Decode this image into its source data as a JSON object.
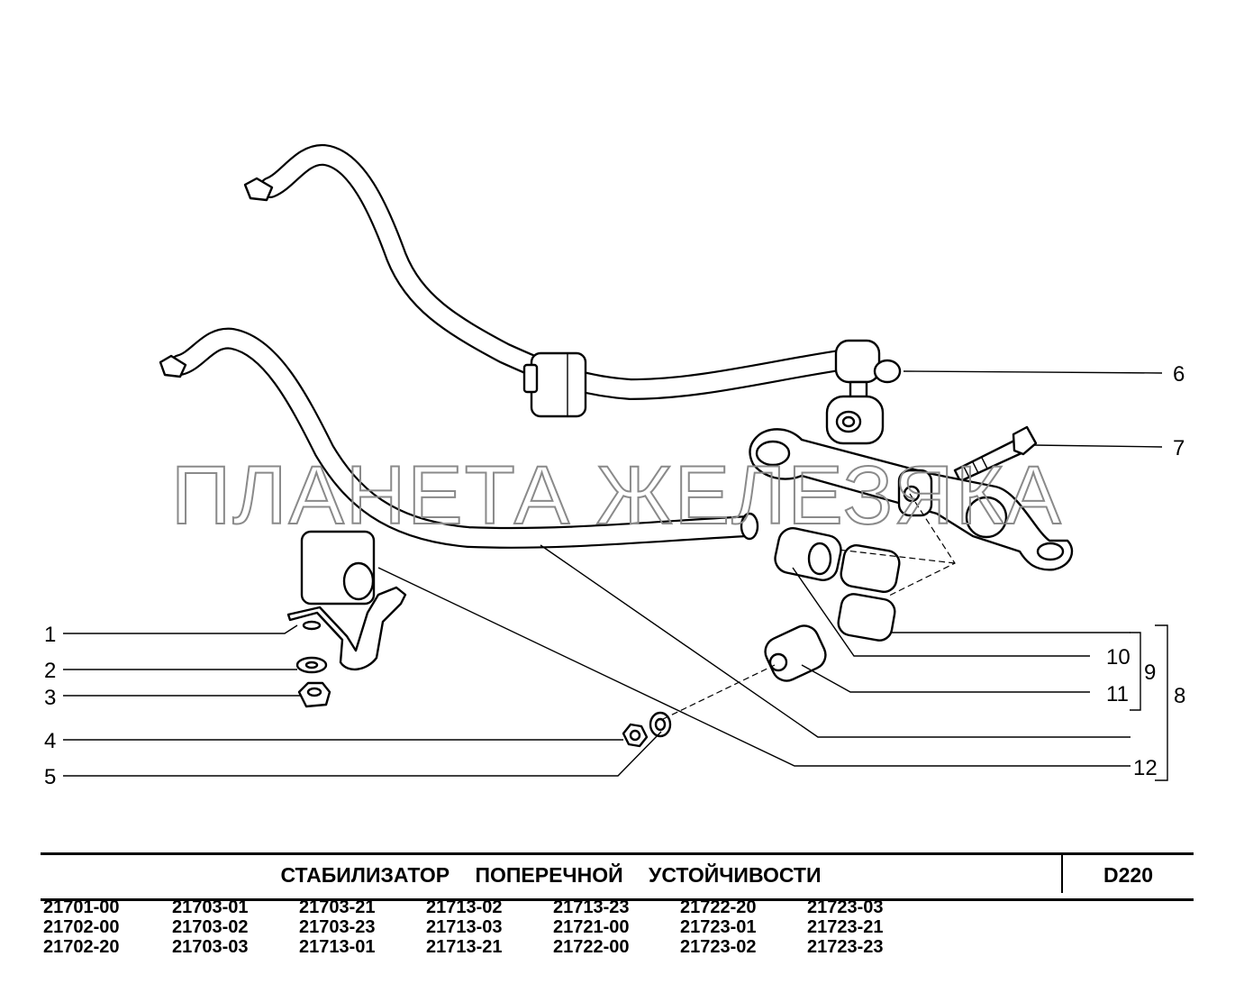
{
  "watermark": "ПЛАНЕТА ЖЕЛЕЗЯКА",
  "callouts": [
    {
      "id": "c1",
      "label": "1"
    },
    {
      "id": "c2",
      "label": "2"
    },
    {
      "id": "c3",
      "label": "3"
    },
    {
      "id": "c4",
      "label": "4"
    },
    {
      "id": "c5",
      "label": "5"
    },
    {
      "id": "c6",
      "label": "6"
    },
    {
      "id": "c7",
      "label": "7"
    },
    {
      "id": "c8",
      "label": "8"
    },
    {
      "id": "c9",
      "label": "9"
    },
    {
      "id": "c10",
      "label": "10"
    },
    {
      "id": "c11",
      "label": "11"
    },
    {
      "id": "c12",
      "label": "12"
    }
  ],
  "title_block": {
    "title": "СТАБИЛИЗАТОР ПОПЕРЕЧНОЙ УСТОЙЧИВОСТИ",
    "code": "D220"
  },
  "model_codes": [
    [
      "21701-00",
      "21702-00",
      "21702-20"
    ],
    [
      "21703-01",
      "21703-02",
      "21703-03"
    ],
    [
      "21703-21",
      "21703-23",
      "21713-01"
    ],
    [
      "21713-02",
      "21713-03",
      "21713-21"
    ],
    [
      "21713-23",
      "21721-00",
      "21722-00"
    ],
    [
      "21722-20",
      "21723-01",
      "21723-02"
    ],
    [
      "21723-03",
      "21723-21",
      "21723-23"
    ]
  ]
}
